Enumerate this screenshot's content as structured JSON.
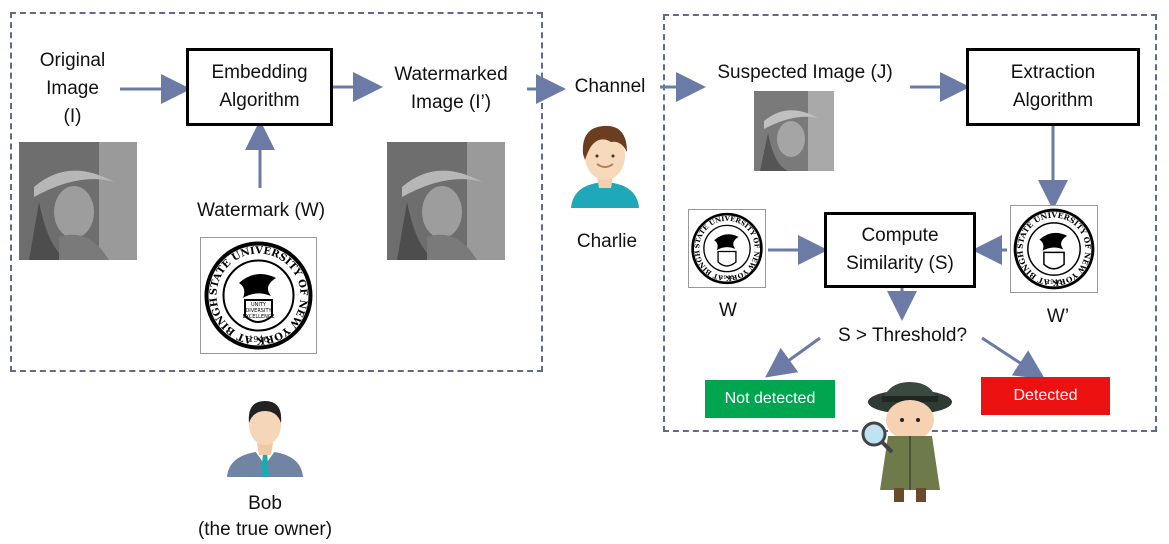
{
  "left_panel": {
    "original_image_label": [
      "Original",
      "Image",
      "(I)"
    ],
    "embedding_box": [
      "Embedding",
      "Algorithm"
    ],
    "watermark_label": "Watermark (W)",
    "watermarked_label": [
      "Watermarked",
      "Image (I’)"
    ]
  },
  "channel": {
    "label": "Channel",
    "person_label": "Charlie"
  },
  "owner": {
    "name": "Bob",
    "description": "(the true owner)"
  },
  "right_panel": {
    "suspected_label": "Suspected Image (J)",
    "extraction_box": [
      "Extraction",
      "Algorithm"
    ],
    "similarity_box": [
      "Compute",
      "Similarity (S)"
    ],
    "w_label": "W",
    "w_prime_label": "W’",
    "threshold_label": "S > Threshold?",
    "not_detected_button": "Not detected",
    "detected_button": "Detected"
  },
  "seal": {
    "ring_text": "STATE UNIVERSITY OF NEW YORK AT BINGHAMTON",
    "motto": [
      "UNITY",
      "DIVERSITY",
      "EXCELLENCE"
    ],
    "year": "1946"
  },
  "colors": {
    "arrow": "#6b7ba6",
    "dashed_border": "#5f6b8a",
    "not_detected": "#00a64f",
    "detected": "#ee1111"
  },
  "icons": [
    "person-charlie-icon",
    "person-bob-icon",
    "detective-icon",
    "seal-image",
    "portrait-photo"
  ]
}
